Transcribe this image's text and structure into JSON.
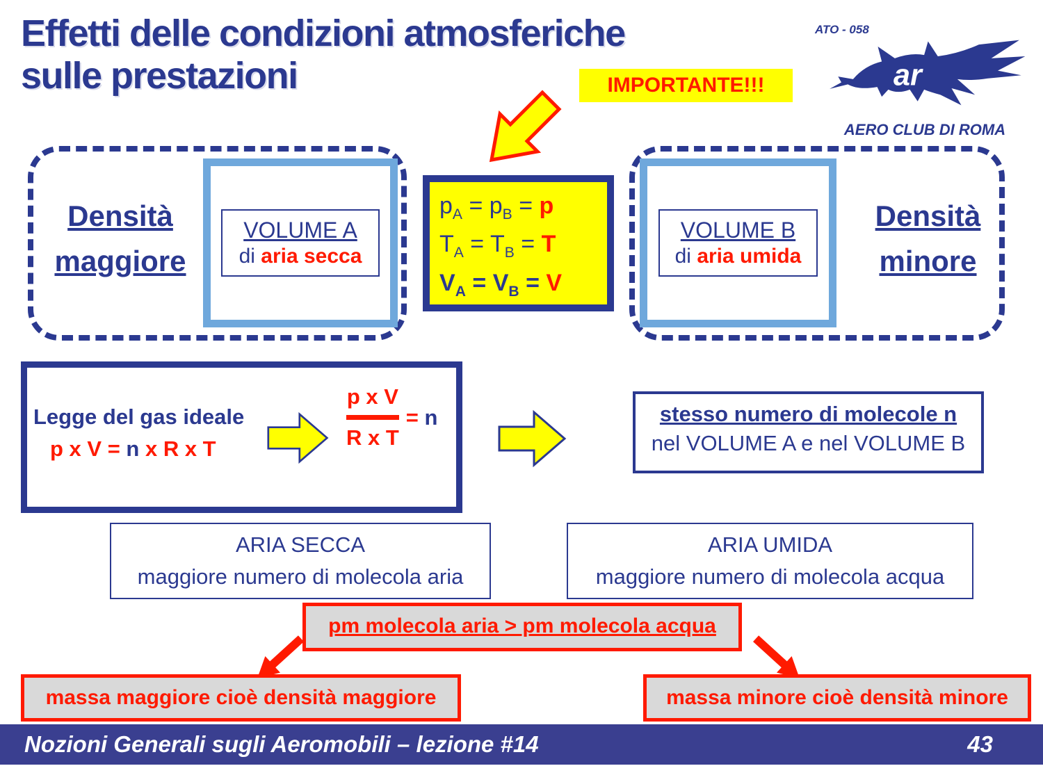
{
  "header": {
    "title_line1": "Effetti delle condizioni atmosferiche",
    "title_line2": "sulle prestazioni",
    "importante": "IMPORTANTE!!!"
  },
  "logo": {
    "ato": "ATO - 058",
    "club": "AERO CLUB DI ROMA",
    "monogram": "ar"
  },
  "left_group": {
    "density_line1": "Densità",
    "density_line2": "maggiore",
    "volume_title": "VOLUME A",
    "volume_prefix": "di",
    "volume_air": "aria secca"
  },
  "right_group": {
    "density_line1": "Densità",
    "density_line2": "minore",
    "volume_title": "VOLUME B",
    "volume_prefix": "di",
    "volume_air": "aria umida"
  },
  "equalities": {
    "rows": [
      {
        "a": "p",
        "a_sub": "A",
        "eq1": "=",
        "b": "p",
        "b_sub": "B",
        "eq2": "=",
        "result": "p"
      },
      {
        "a": "T",
        "a_sub": "A",
        "eq1": "=",
        "b": "T",
        "b_sub": "B",
        "eq2": "=",
        "result": "T"
      },
      {
        "a": "V",
        "a_sub": "A",
        "eq1": "=",
        "b": "V",
        "b_sub": "B",
        "eq2": "=",
        "result": "V"
      }
    ]
  },
  "gas_law": {
    "box_title": "Legge del gas ideale",
    "formula_pre": "p x V = ",
    "formula_n": "n",
    "formula_post": " x R x T",
    "frac_num": "p x V",
    "frac_den": "R x T",
    "frac_eq": "=",
    "frac_n": "n"
  },
  "molecole_box": {
    "line1": "stesso numero di molecole n",
    "line2": "nel VOLUME A e nel VOLUME B"
  },
  "aria_secca_box": {
    "line1": "ARIA SECCA",
    "line2": "maggiore numero di molecola aria"
  },
  "aria_umida_box": {
    "line1": "ARIA UMIDA",
    "line2": "maggiore numero di molecola acqua"
  },
  "pm_box": {
    "text": "pm molecola aria > pm molecola acqua"
  },
  "massa_left_box": {
    "text": "massa maggiore cioè densità maggiore"
  },
  "massa_right_box": {
    "text": "massa minore cioè densità minore"
  },
  "footer": {
    "left": "Nozioni Generali sugli Aeromobili – lezione #14",
    "page": "43"
  },
  "icons": {
    "importante_arrow": "block-arrow-down-left",
    "flow_arrow": "block-arrow-right",
    "branch_arrow_left": "arrow-down-left",
    "branch_arrow_right": "arrow-down-right",
    "logo_icon": "eagle"
  },
  "colors": {
    "dark_blue": "#2B3990",
    "light_blue": "#6FA8DC",
    "yellow": "#FFFF00",
    "red": "#FF1A00",
    "gray": "#D9D9D9",
    "footer_blue": "#3A3F90"
  }
}
